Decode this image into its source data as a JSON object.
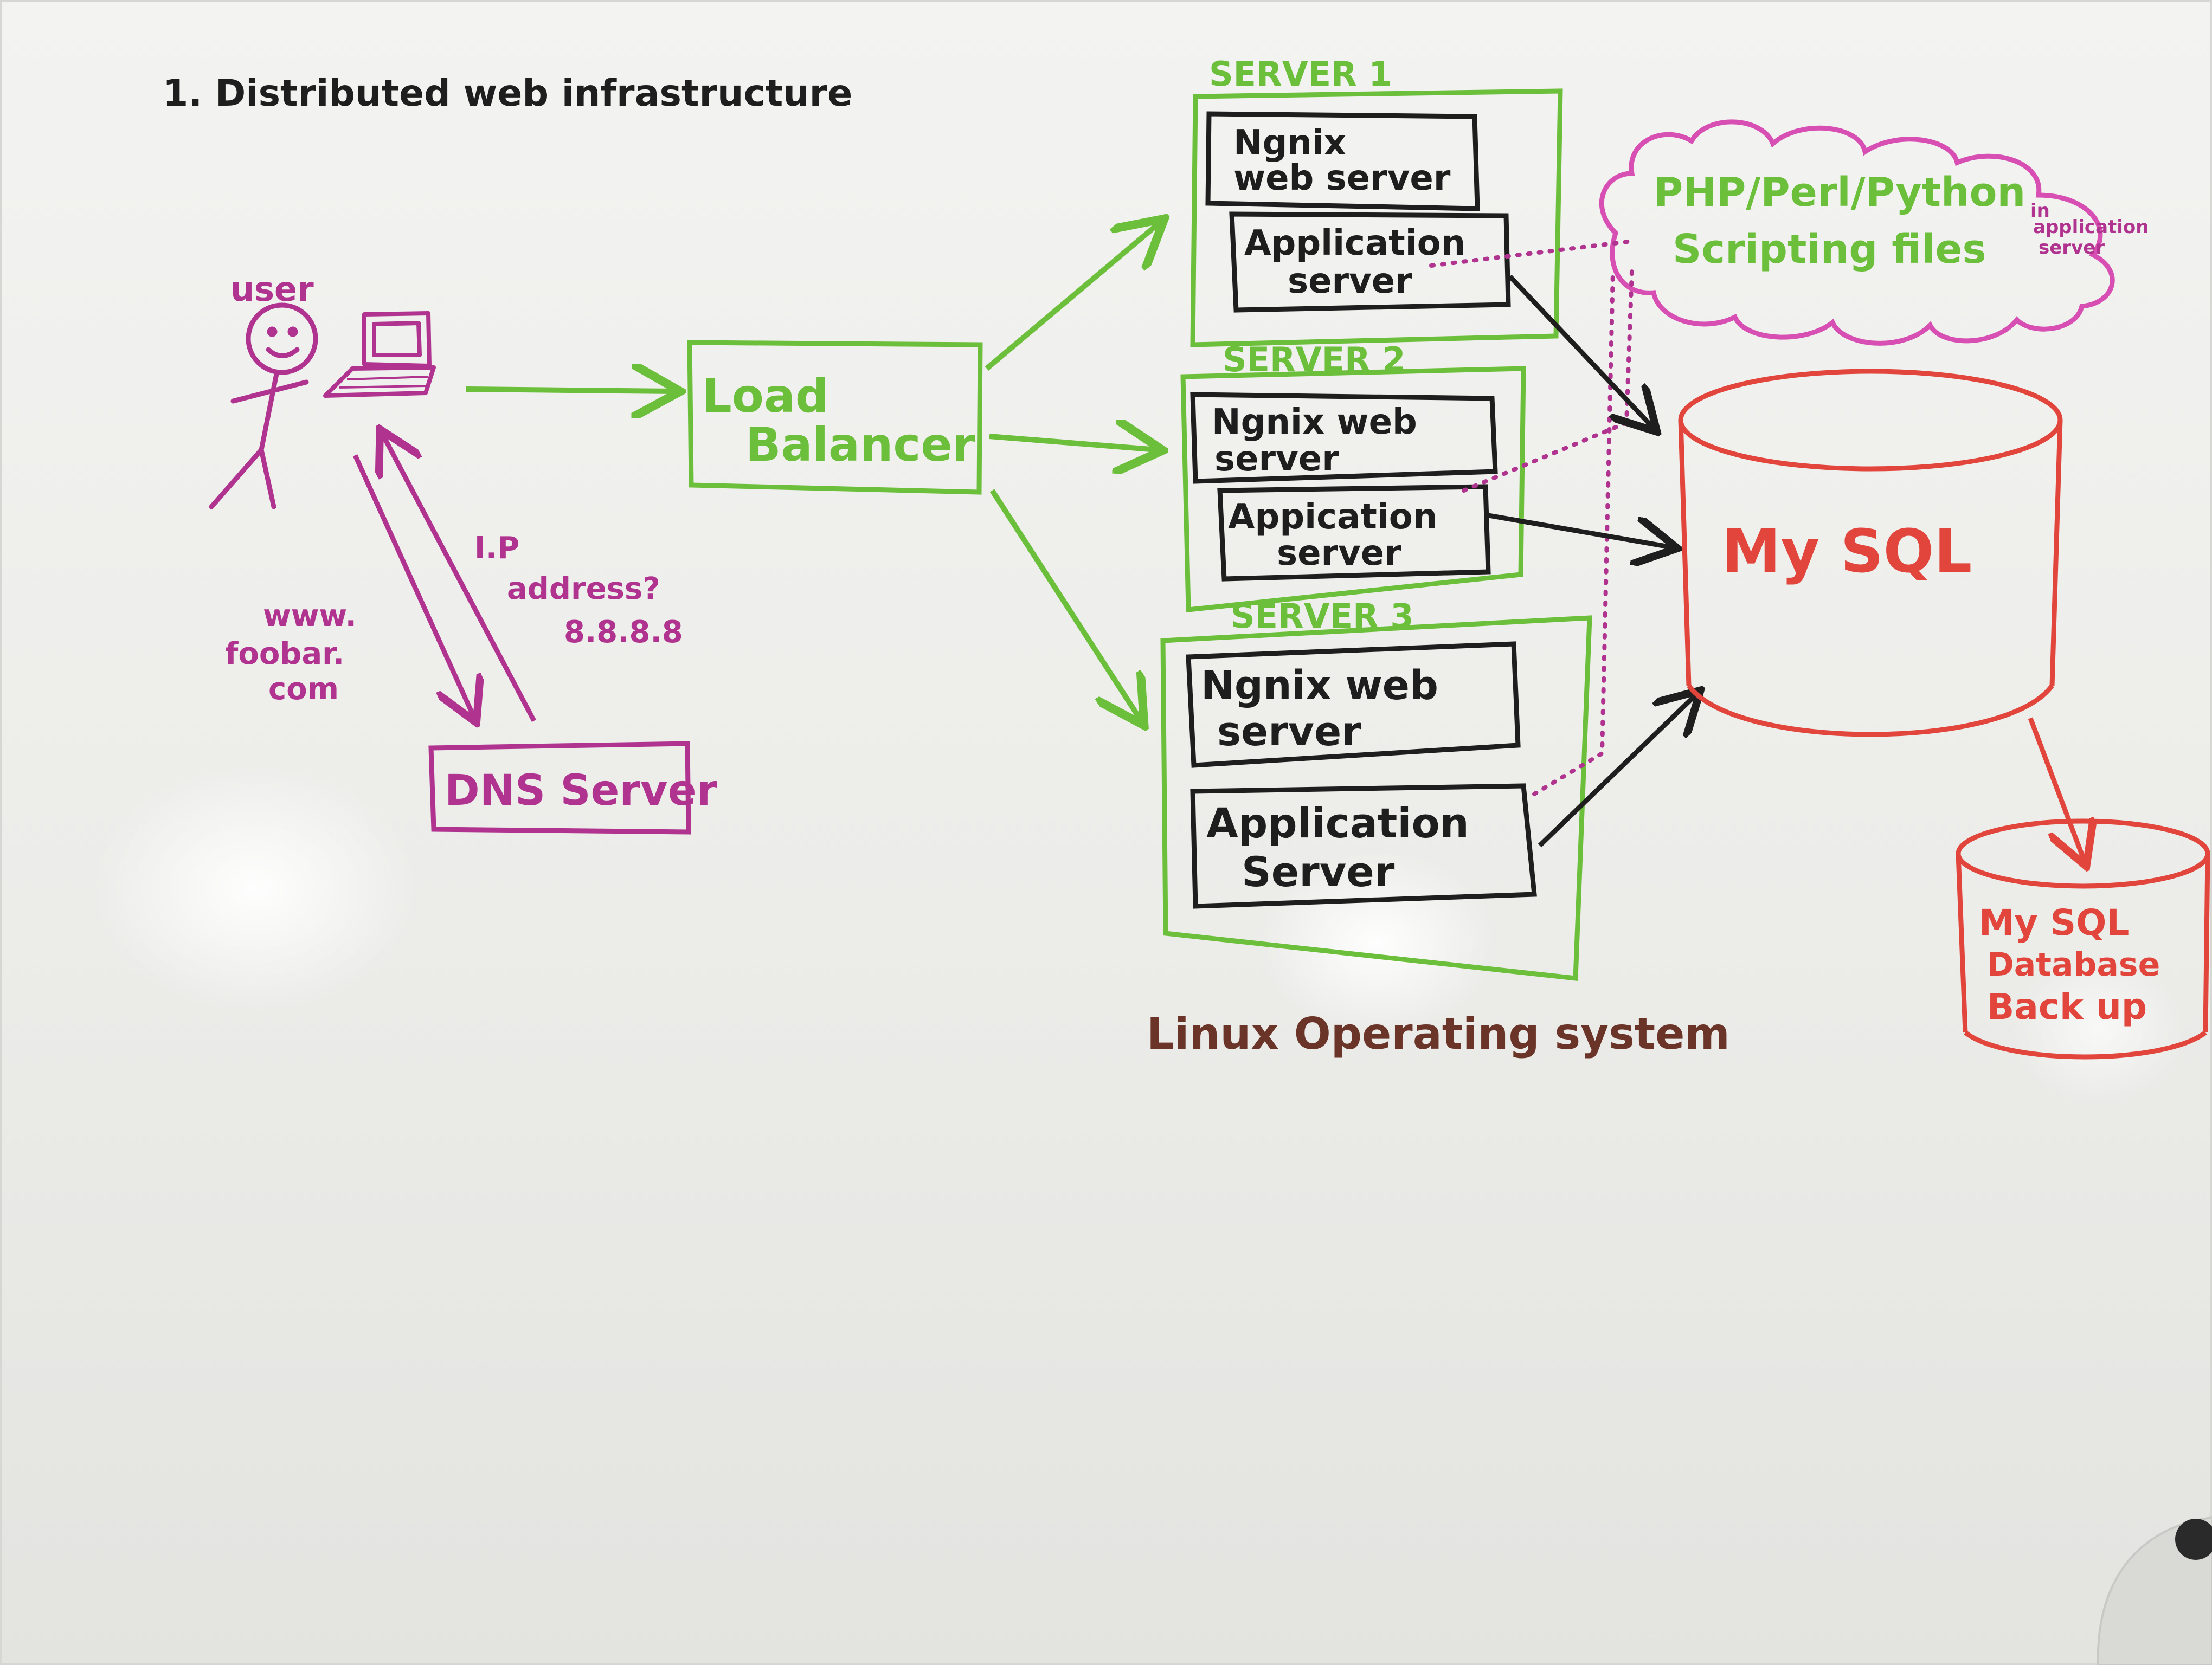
{
  "title": "1. Distributed web infrastructure",
  "colors": {
    "magenta": "#b0338f",
    "green": "#6cbf3a",
    "black": "#1e1e1e",
    "red": "#e2453c",
    "brown": "#6a3428",
    "board": "#efefec"
  },
  "user": {
    "label": "user",
    "domain_lines": [
      "www.",
      "foobar.",
      "com"
    ],
    "ip_lines": [
      "I.P",
      "address?",
      "8.8.8.8"
    ]
  },
  "dns": {
    "label": "DNS Server"
  },
  "load_balancer": {
    "lines": [
      "Load",
      "Balancer"
    ]
  },
  "servers": [
    {
      "title": "SERVER 1",
      "web_lines": [
        "Ngnix",
        "web server"
      ],
      "app_lines": [
        "Application",
        "server"
      ]
    },
    {
      "title": "SERVER 2",
      "web_lines": [
        "Ngnix web",
        "server"
      ],
      "app_lines": [
        "Appication",
        "server"
      ]
    },
    {
      "title": "SERVER 3",
      "web_lines": [
        "Ngnix web",
        "server"
      ],
      "app_lines": [
        "Application",
        "Server"
      ]
    }
  ],
  "scripting": {
    "lines": [
      "PHP/Perl/Python",
      "Scripting files"
    ],
    "note_lines": [
      "in",
      "application",
      "server"
    ]
  },
  "mysql": {
    "label": "My SQL"
  },
  "backup": {
    "lines": [
      "My SQL",
      "Database",
      "Back up"
    ]
  },
  "os_label": "Linux Operating system"
}
